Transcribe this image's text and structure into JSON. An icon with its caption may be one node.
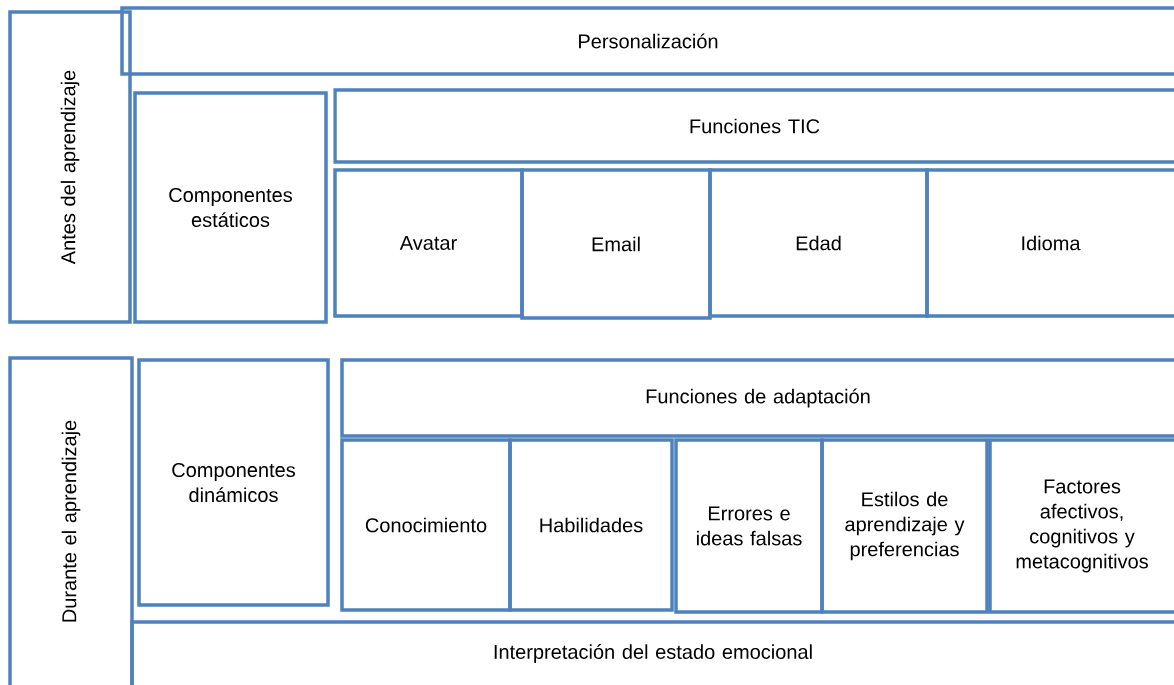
{
  "diagram": {
    "nodes": [
      {
        "text": [
          "Antes del aprendizaje"
        ]
      },
      {
        "text": [
          "Personalización"
        ]
      },
      {
        "text": [
          "Componentes estáticos"
        ]
      },
      {
        "text": [
          "Funciones TIC"
        ]
      },
      {
        "text": [
          "Avatar"
        ]
      },
      {
        "text": [
          "Email"
        ]
      },
      {
        "text": [
          "Edad"
        ]
      },
      {
        "text": [
          "Idioma"
        ]
      },
      {
        "text": [
          "Durante el aprendizaje"
        ]
      },
      {
        "text": [
          "Componentes dinámicos"
        ]
      },
      {
        "text": [
          "Funciones de adaptación"
        ]
      },
      {
        "text": [
          "Conocimiento"
        ]
      },
      {
        "text": [
          "Habilidades"
        ]
      },
      {
        "text": [
          "Errores e ideas falsas"
        ]
      },
      {
        "text": [
          "Estilos de aprendizaje y preferencias"
        ]
      },
      {
        "text": [
          "Factores afectivos, cognitivos y metacognitivos"
        ]
      },
      {
        "text": [
          "Interpretación del estado emocional"
        ]
      }
    ]
  }
}
